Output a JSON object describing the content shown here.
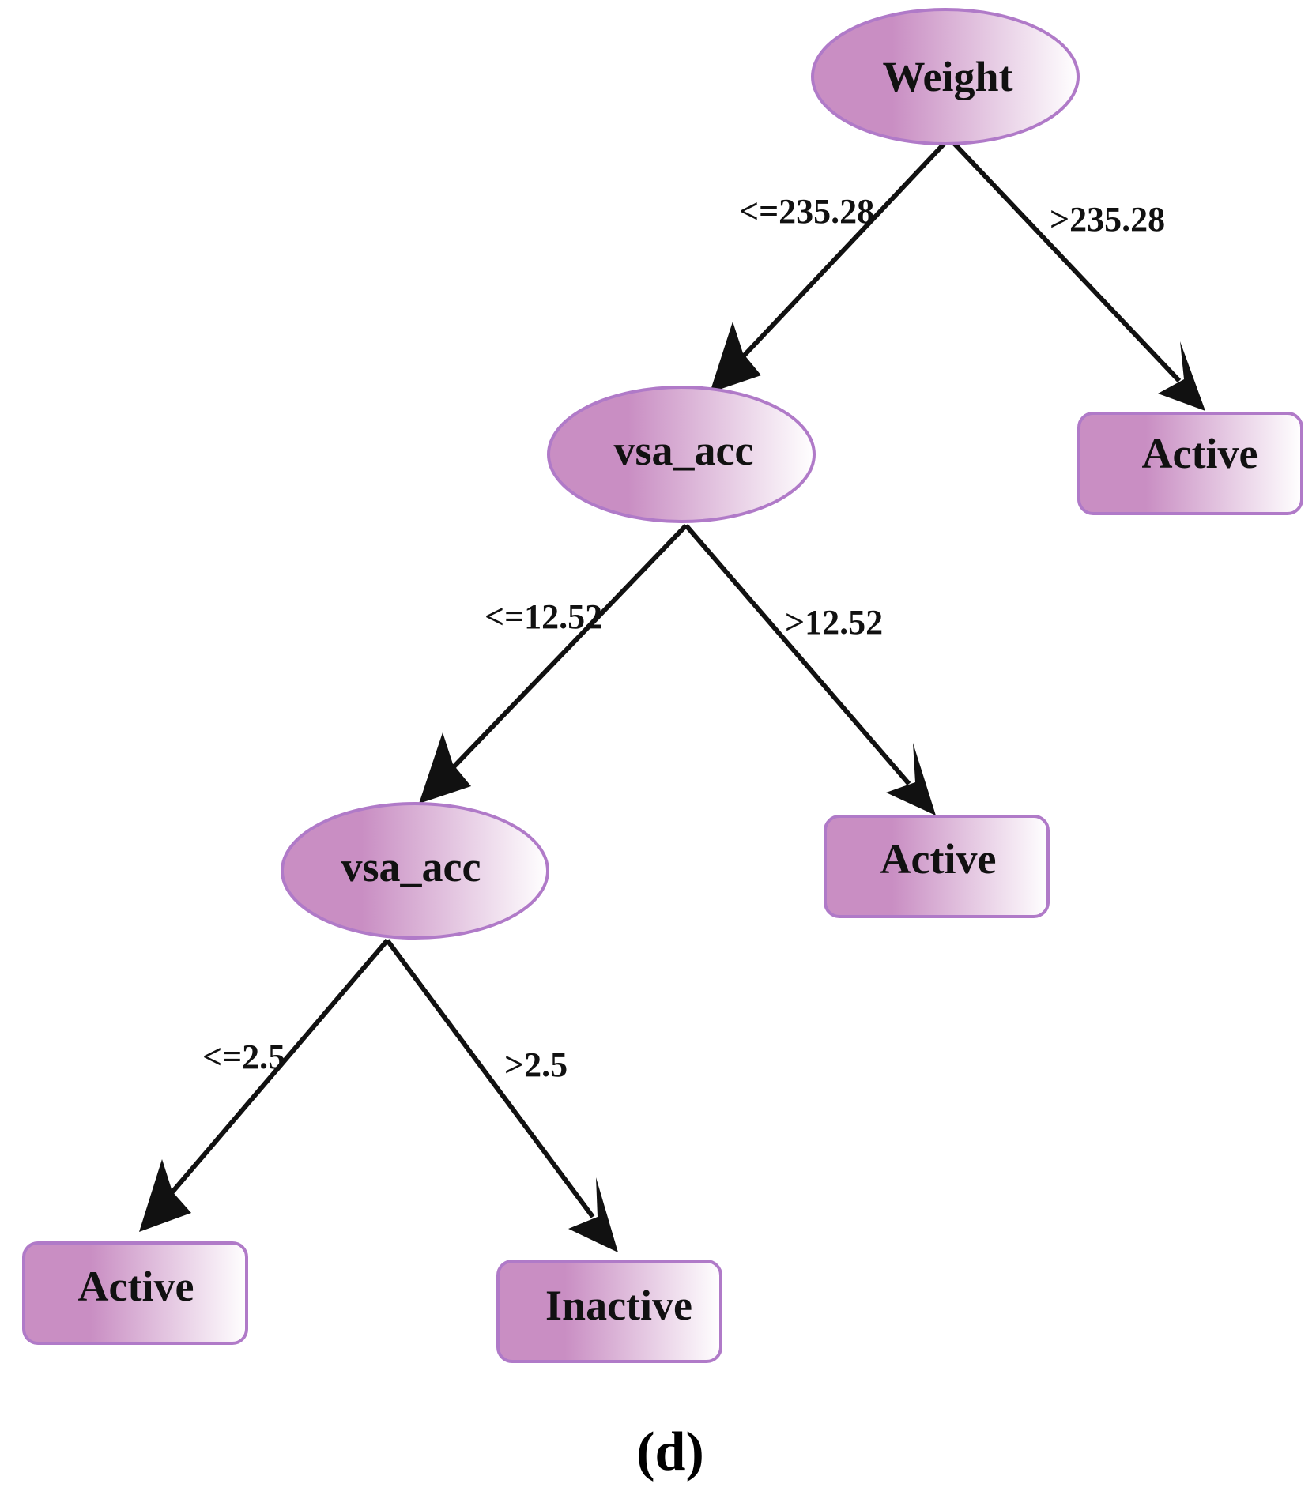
{
  "colors": {
    "node_fill_start": "#c98ec3",
    "node_fill_end": "#ffffff",
    "node_stroke": "#b07ac8",
    "edge": "#111111"
  },
  "nodes": {
    "root": "Weight",
    "split2": "vsa_acc",
    "split3": "vsa_acc",
    "leaf_right_top": "Active",
    "leaf_mid": "Active",
    "leaf_left": "Active",
    "leaf_inactive": "Inactive"
  },
  "edges": {
    "root_left": "<=235.28",
    "root_right": ">235.28",
    "split2_left": "<=12.52",
    "split2_right": ">12.52",
    "split3_left": "<=2.5",
    "split3_right": ">2.5"
  },
  "caption": "(d)"
}
